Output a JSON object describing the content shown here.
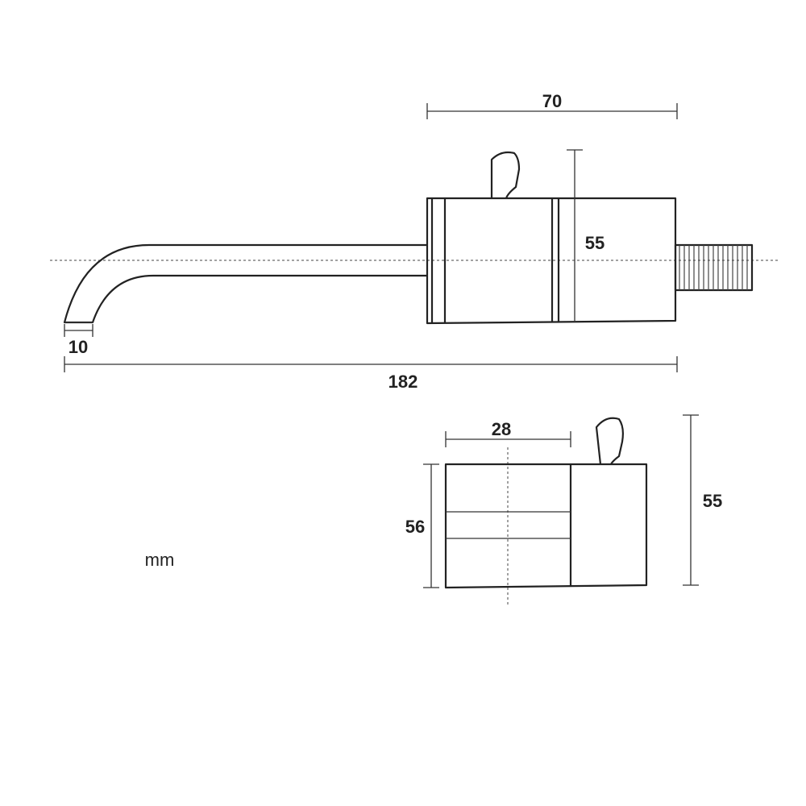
{
  "diagram": {
    "unit_label": "mm",
    "dimensions": {
      "body_width": "70",
      "body_height": "55",
      "spout_tip": "10",
      "overall_length": "182",
      "side_depth": "28",
      "side_height_left": "56",
      "side_height_right": "55"
    }
  },
  "colors": {
    "line": "#222222",
    "background": "#ffffff"
  }
}
